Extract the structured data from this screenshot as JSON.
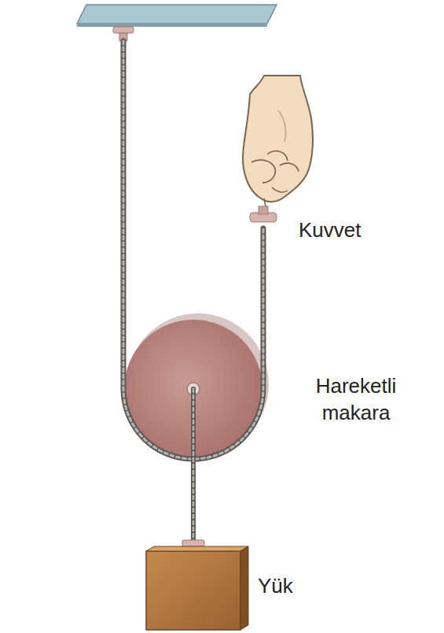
{
  "diagram": {
    "labels": [
      "Kuvvet",
      "Hareketli makara",
      "Yük"
    ]
  }
}
